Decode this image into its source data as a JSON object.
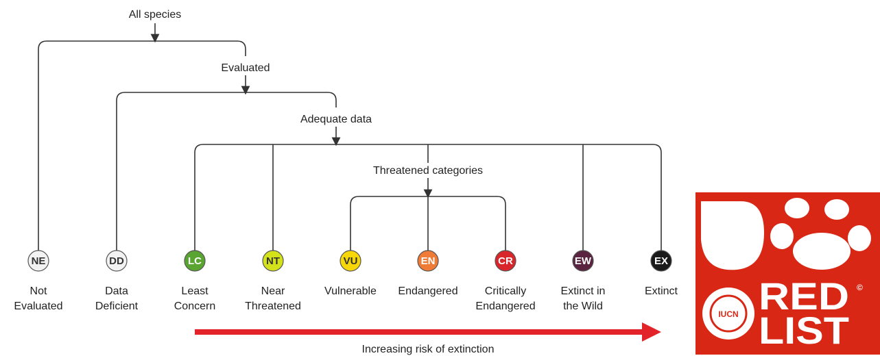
{
  "nodes": {
    "all_species": "All species",
    "evaluated": "Evaluated",
    "adequate_data": "Adequate data",
    "threatened_categories": "Threatened categories"
  },
  "categories": [
    {
      "code": "NE",
      "name1": "Not",
      "name2": "Evaluated",
      "color": "#f2f2f2",
      "text_color": "#333333"
    },
    {
      "code": "DD",
      "name1": "Data",
      "name2": "Deficient",
      "color": "#f2f2f2",
      "text_color": "#333333"
    },
    {
      "code": "LC",
      "name1": "Least",
      "name2": "Concern",
      "color": "#5aa532",
      "text_color": "#ffffff"
    },
    {
      "code": "NT",
      "name1": "Near",
      "name2": "Threatened",
      "color": "#d4e21c",
      "text_color": "#333333"
    },
    {
      "code": "VU",
      "name1": "Vulnerable",
      "name2": "",
      "color": "#f7d70a",
      "text_color": "#333333"
    },
    {
      "code": "EN",
      "name1": "Endangered",
      "name2": "",
      "color": "#ee7b36",
      "text_color": "#ffffff"
    },
    {
      "code": "CR",
      "name1": "Critically",
      "name2": "Endangered",
      "color": "#d9262b",
      "text_color": "#ffffff"
    },
    {
      "code": "EW",
      "name1": "Extinct in",
      "name2": "the Wild",
      "color": "#5a2340",
      "text_color": "#ffffff"
    },
    {
      "code": "EX",
      "name1": "Extinct",
      "name2": "",
      "color": "#1a1a1a",
      "text_color": "#ffffff"
    }
  ],
  "risk_arrow": {
    "label": "Increasing risk of extinction",
    "color": "#e3232a"
  },
  "logo": {
    "brand": "IUCN",
    "line1": "RED",
    "line2": "LIST",
    "mark": "©",
    "background": "#d92716"
  }
}
